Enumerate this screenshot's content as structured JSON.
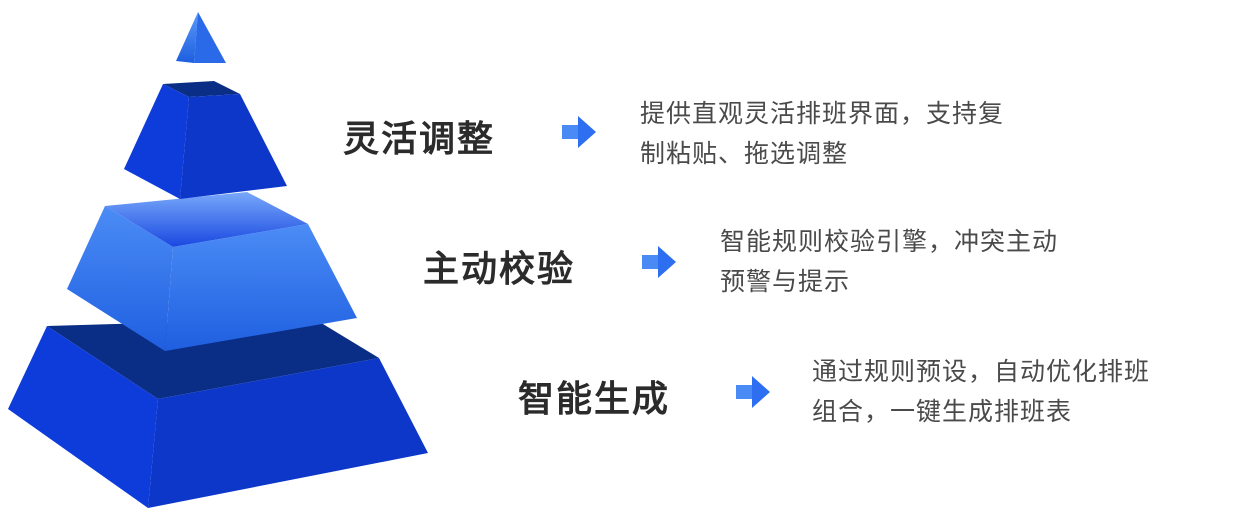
{
  "tiers": [
    {
      "title": "灵活调整",
      "description_line1": "提供直观灵活排班界面，支持复",
      "description_line2": "制粘贴、拖选调整"
    },
    {
      "title": "主动校验",
      "description_line1": "智能规则校验引擎，冲突主动",
      "description_line2": "预警与提示"
    },
    {
      "title": "智能生成",
      "description_line1": "通过规则预设，自动优化排班",
      "description_line2": "组合，一键生成排班表"
    }
  ],
  "colors": {
    "dark_blue": "#0b36d6",
    "mid_blue": "#3f82f0",
    "top_face_dark": "#0a2e86",
    "text": "#2b2b2b"
  }
}
